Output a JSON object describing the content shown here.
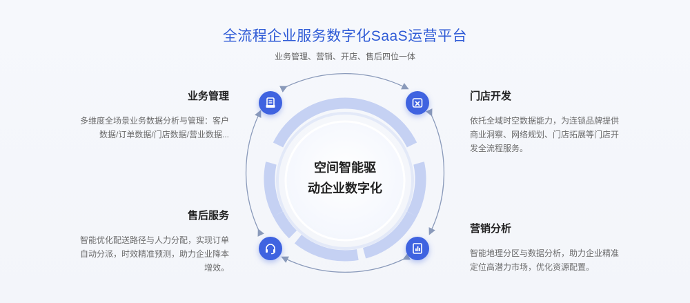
{
  "header": {
    "title": "全流程企业服务数字化SaaS运营平台",
    "subtitle": "业务管理、营销、开店、售后四位一体"
  },
  "center": {
    "line1": "空间智能驱",
    "line2": "动企业数字化"
  },
  "sections": {
    "business": {
      "title": "业务管理",
      "desc_line1": "多维度全场景业务数据分析与管理：客户",
      "desc_line2": "数据/订单数据/门店数据/营业数据..."
    },
    "store": {
      "title": "门店开发",
      "desc_line1": "依托全域时空数据能力，为连锁品牌提供",
      "desc_line2": "商业洞察、网络规划、门店拓展等门店开",
      "desc_line3": "发全流程服务。"
    },
    "aftersales": {
      "title": "售后服务",
      "desc_line1": "智能优化配送路径与人力分配，实现订单",
      "desc_line2": "自动分派，时效精准预测，助力企业降本",
      "desc_line3": "增效。"
    },
    "marketing": {
      "title": "营销分析",
      "desc_line1": "智能地理分区与数据分析，助力企业精准",
      "desc_line2": "定位高潜力市场，优化资源配置。"
    }
  },
  "colors": {
    "accent": "#3f63e0",
    "title": "#2f5bd6",
    "ring": "#c5d1f3",
    "arc": "#8a9aba"
  },
  "icons": {
    "business": "document-list-icon",
    "store": "store-gear-icon",
    "aftersales": "headset-icon",
    "marketing": "chart-report-icon"
  }
}
